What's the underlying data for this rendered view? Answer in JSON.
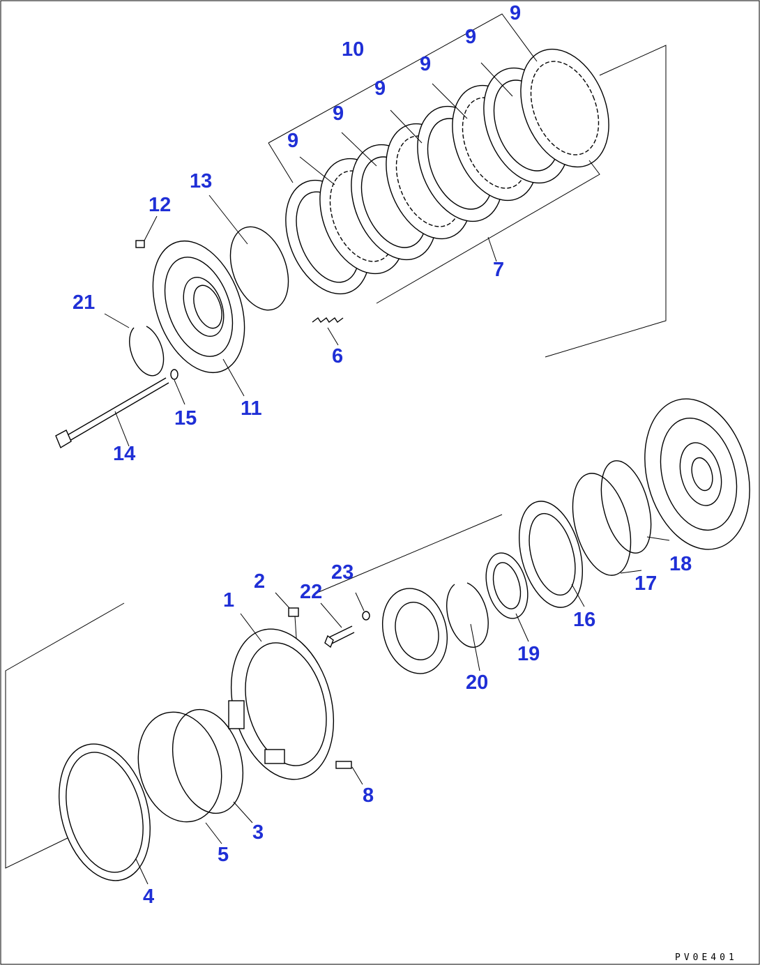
{
  "figure_code": "PV0E401",
  "callouts": [
    {
      "id": "c1",
      "text": "1"
    },
    {
      "id": "c2",
      "text": "2"
    },
    {
      "id": "c3",
      "text": "3"
    },
    {
      "id": "c4",
      "text": "4"
    },
    {
      "id": "c5",
      "text": "5"
    },
    {
      "id": "c6",
      "text": "6"
    },
    {
      "id": "c7",
      "text": "7"
    },
    {
      "id": "c8",
      "text": "8"
    },
    {
      "id": "c9a",
      "text": "9"
    },
    {
      "id": "c9b",
      "text": "9"
    },
    {
      "id": "c9c",
      "text": "9"
    },
    {
      "id": "c9d",
      "text": "9"
    },
    {
      "id": "c9e",
      "text": "9"
    },
    {
      "id": "c9f",
      "text": "9"
    },
    {
      "id": "c10",
      "text": "10"
    },
    {
      "id": "c11",
      "text": "11"
    },
    {
      "id": "c12",
      "text": "12"
    },
    {
      "id": "c13",
      "text": "13"
    },
    {
      "id": "c14",
      "text": "14"
    },
    {
      "id": "c15",
      "text": "15"
    },
    {
      "id": "c16",
      "text": "16"
    },
    {
      "id": "c17",
      "text": "17"
    },
    {
      "id": "c18",
      "text": "18"
    },
    {
      "id": "c19",
      "text": "19"
    },
    {
      "id": "c20",
      "text": "20"
    },
    {
      "id": "c21",
      "text": "21"
    },
    {
      "id": "c22",
      "text": "22"
    },
    {
      "id": "c23",
      "text": "23"
    }
  ]
}
